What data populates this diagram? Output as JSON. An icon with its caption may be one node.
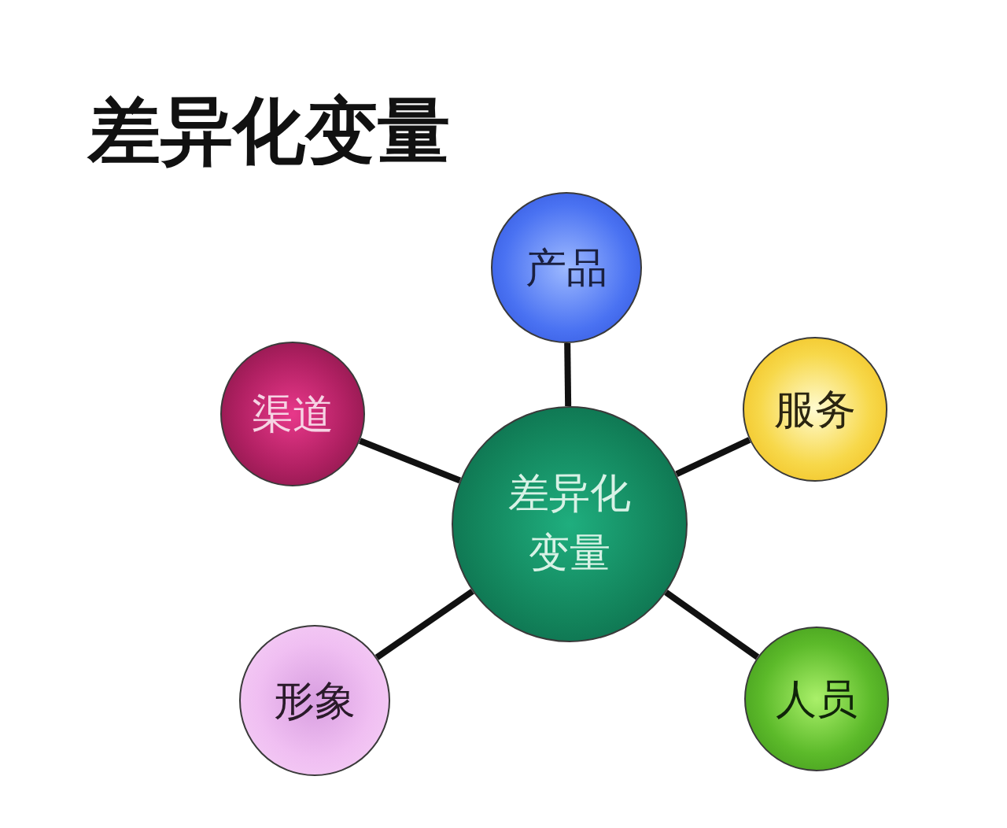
{
  "diagram": {
    "title": "差异化变量",
    "nodes": [
      {
        "text": [
          "产品"
        ]
      },
      {
        "text": [
          "渠道"
        ]
      },
      {
        "text": [
          "服务"
        ]
      },
      {
        "text": [
          "差异化变量"
        ]
      },
      {
        "text": [
          "形象"
        ]
      },
      {
        "text": [
          "人员"
        ]
      }
    ],
    "edges": [
      {
        "from": 3,
        "to": 0,
        "arrow": "none"
      },
      {
        "from": 3,
        "to": 1,
        "arrow": "none"
      },
      {
        "from": 3,
        "to": 2,
        "arrow": "none"
      },
      {
        "from": 3,
        "to": 4,
        "arrow": "none"
      },
      {
        "from": 3,
        "to": 5,
        "arrow": "none"
      }
    ]
  }
}
